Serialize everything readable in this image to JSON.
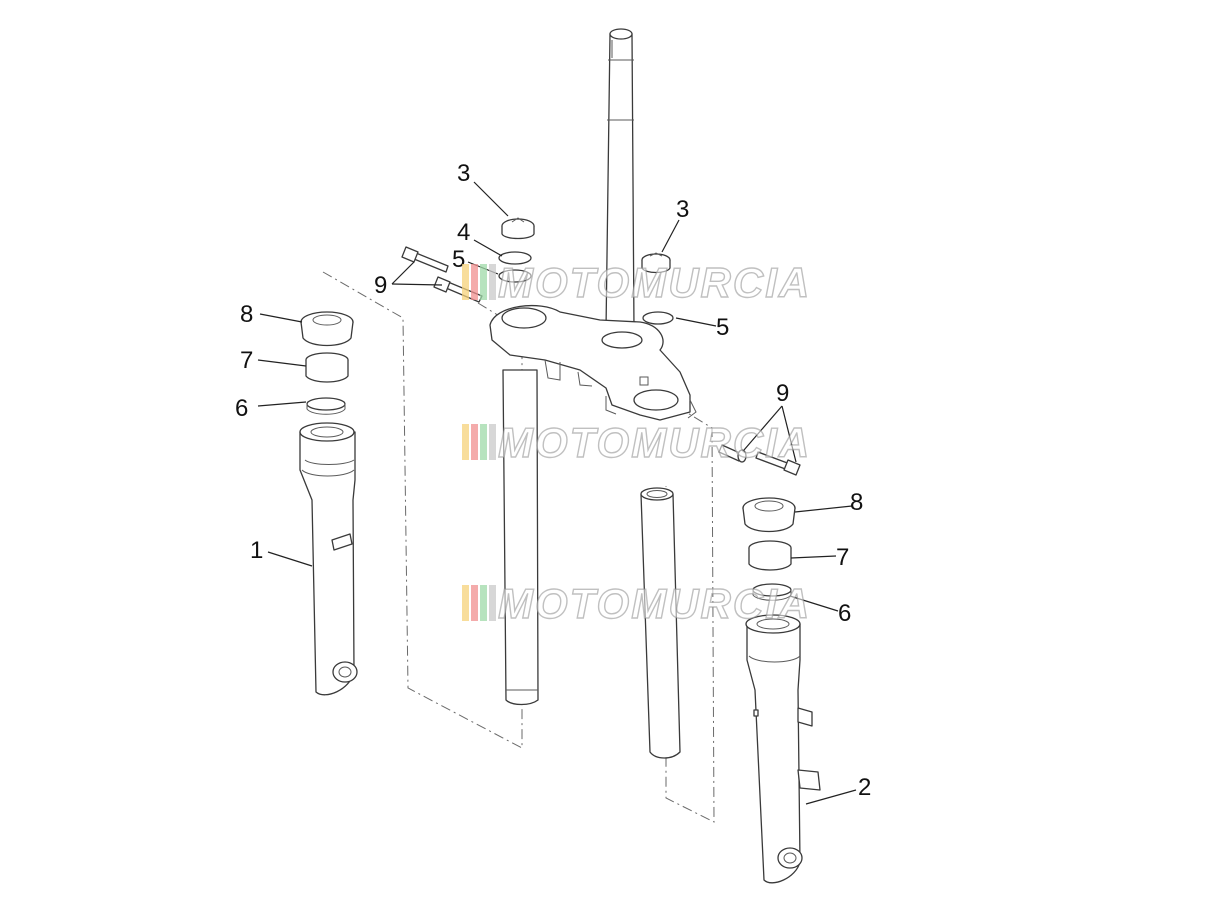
{
  "diagram": {
    "callouts": [
      {
        "id": "c1",
        "label": "1"
      },
      {
        "id": "c2",
        "label": "2"
      },
      {
        "id": "c3a",
        "label": "3"
      },
      {
        "id": "c3b",
        "label": "3"
      },
      {
        "id": "c4",
        "label": "4"
      },
      {
        "id": "c5a",
        "label": "5"
      },
      {
        "id": "c5b",
        "label": "5"
      },
      {
        "id": "c6a",
        "label": "6"
      },
      {
        "id": "c6b",
        "label": "6"
      },
      {
        "id": "c7a",
        "label": "7"
      },
      {
        "id": "c7b",
        "label": "7"
      },
      {
        "id": "c8a",
        "label": "8"
      },
      {
        "id": "c8b",
        "label": "8"
      },
      {
        "id": "c9a",
        "label": "9"
      },
      {
        "id": "c9b",
        "label": "9"
      }
    ],
    "watermark": {
      "text": "MOTOMURCIA",
      "stripe_colors": [
        "#f5d27a",
        "#f08f8f",
        "#9fd9a8",
        "#c9c9c9"
      ]
    }
  }
}
